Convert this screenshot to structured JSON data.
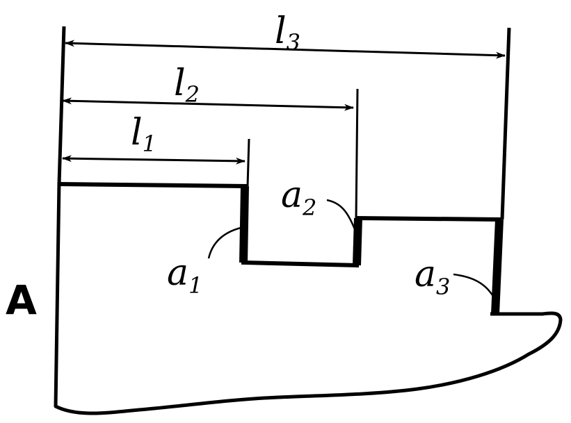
{
  "diagram": {
    "side_label": "A",
    "dimensions": [
      {
        "id": "l1",
        "letter": "l",
        "sub": "1"
      },
      {
        "id": "l2",
        "letter": "l",
        "sub": "2"
      },
      {
        "id": "l3",
        "letter": "l",
        "sub": "3"
      }
    ],
    "points": [
      {
        "id": "a1",
        "letter": "a",
        "sub": "1"
      },
      {
        "id": "a2",
        "letter": "a",
        "sub": "2"
      },
      {
        "id": "a3",
        "letter": "a",
        "sub": "3"
      }
    ],
    "colors": {
      "ink": "#000000",
      "paper": "#ffffff"
    }
  }
}
